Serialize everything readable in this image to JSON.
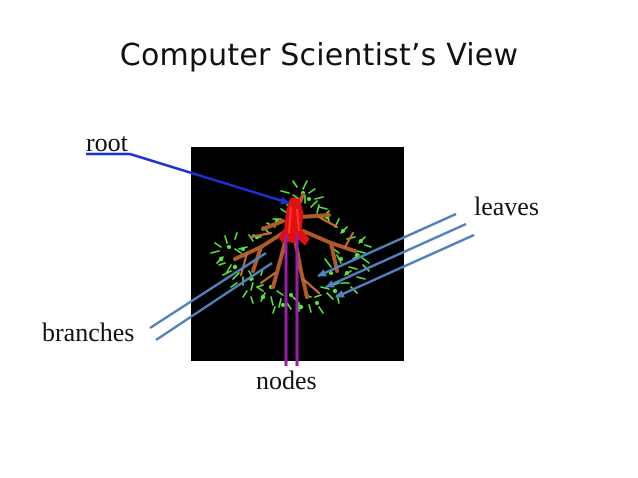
{
  "slide": {
    "title": "Computer Scientist’s View"
  },
  "labels": {
    "root": "root",
    "leaves": "leaves",
    "branches": "branches",
    "nodes": "nodes"
  },
  "colors": {
    "background": "#ffffff",
    "panel": "#000000",
    "root_arrow": "#1f2fd6",
    "leaves_arrow": "#4f81bd",
    "branches_line": "#4f81bd",
    "nodes_line": "#9b1ea8",
    "tree_leaves": "#55e63a",
    "tree_branches": "#b05a2a",
    "tree_trunk": "#e01010"
  },
  "icons": {
    "tree_image": "branching-tree-icon"
  }
}
